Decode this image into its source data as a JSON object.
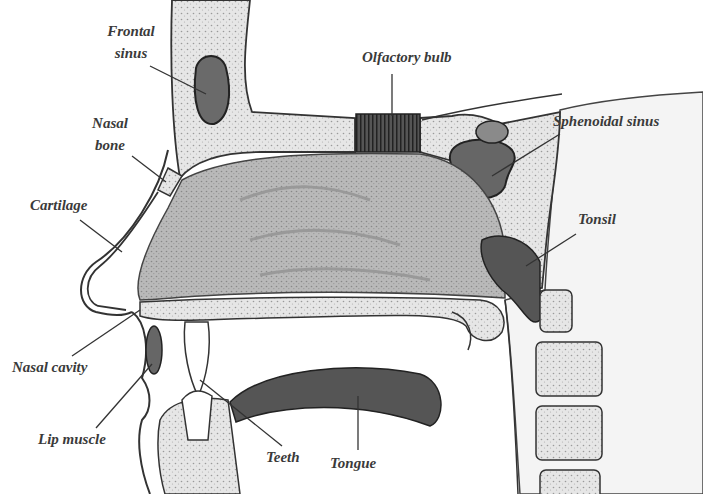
{
  "diagram": {
    "labels": [
      "Frontal sinus",
      "Olfactory bulb",
      "Sphenoidal sinus",
      "Nasal bone",
      "Cartilage",
      "Tonsil",
      "Nasal cavity",
      "Lip muscle",
      "Teeth",
      "Tongue"
    ]
  }
}
